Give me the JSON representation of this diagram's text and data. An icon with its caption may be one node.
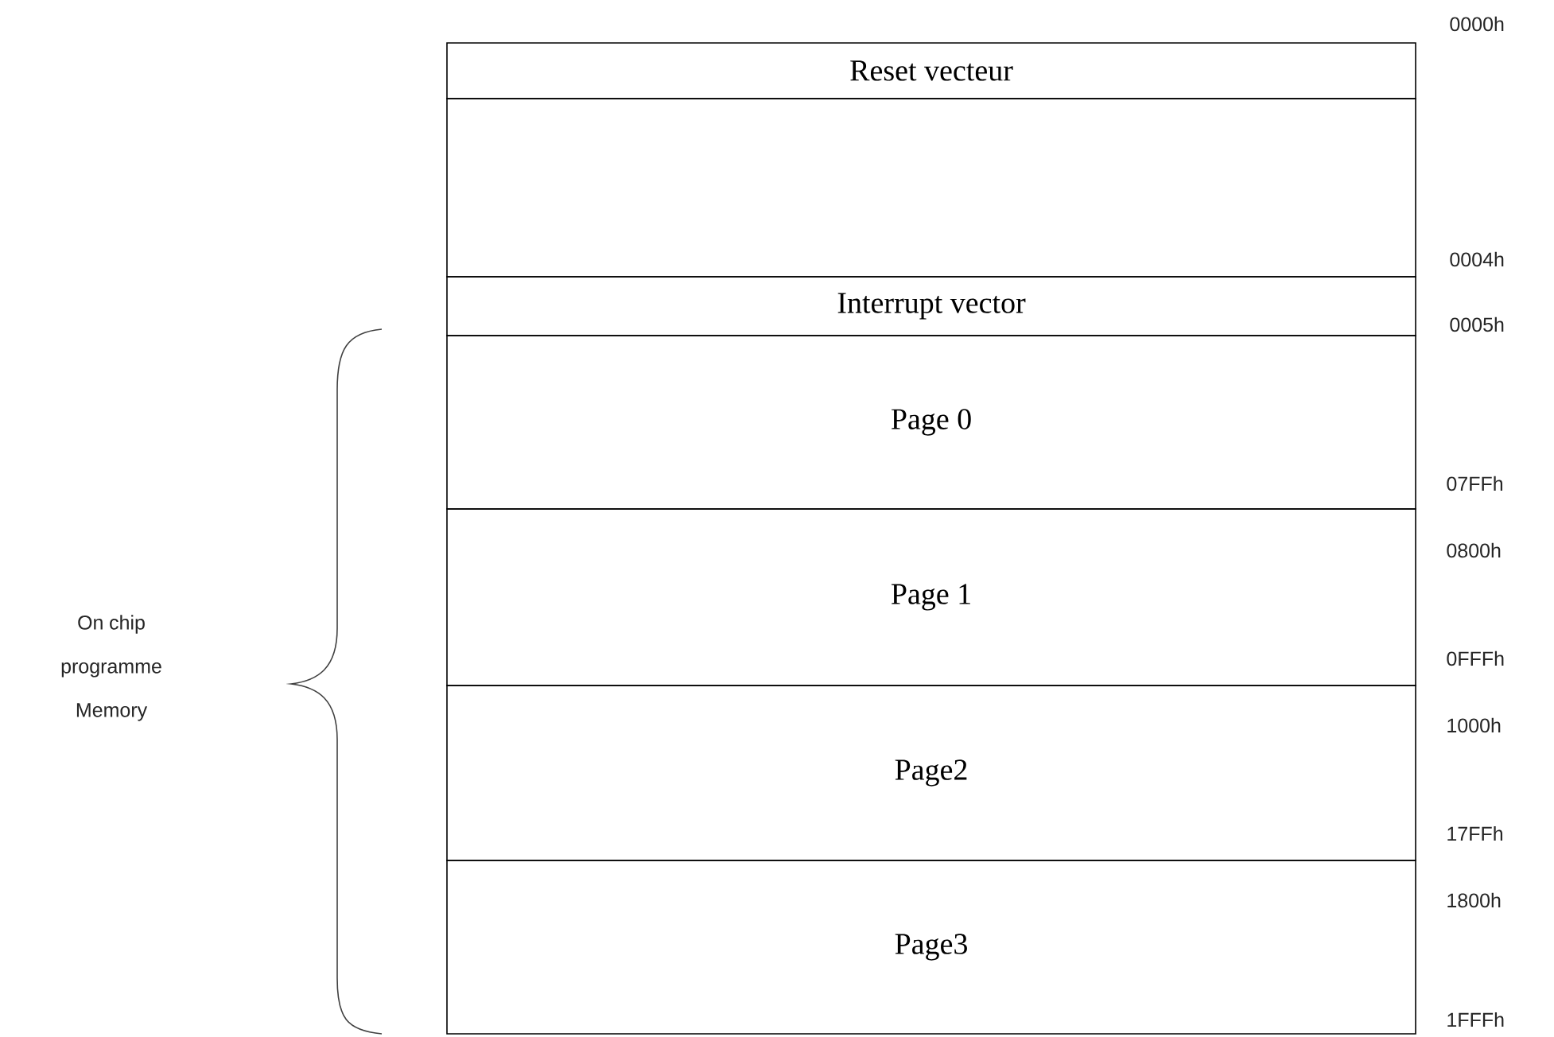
{
  "diagram": {
    "nodes": [
      {
        "text": [
          "Reset vecteur"
        ]
      },
      {
        "text": [],
        "shape": "box"
      },
      {
        "text": [
          "Interrupt vector"
        ]
      },
      {
        "text": [
          "Page 0"
        ]
      },
      {
        "text": [
          "Page 1"
        ]
      },
      {
        "text": [
          "Page2"
        ]
      },
      {
        "text": [
          "Page3"
        ]
      }
    ],
    "labels": [
      "0000h",
      "0004h",
      "0005h",
      "07FFh",
      "0800h",
      "0FFFh",
      "1000h",
      "17FFh",
      "1800h",
      "On chip programme Memory",
      "1FFFh"
    ]
  }
}
